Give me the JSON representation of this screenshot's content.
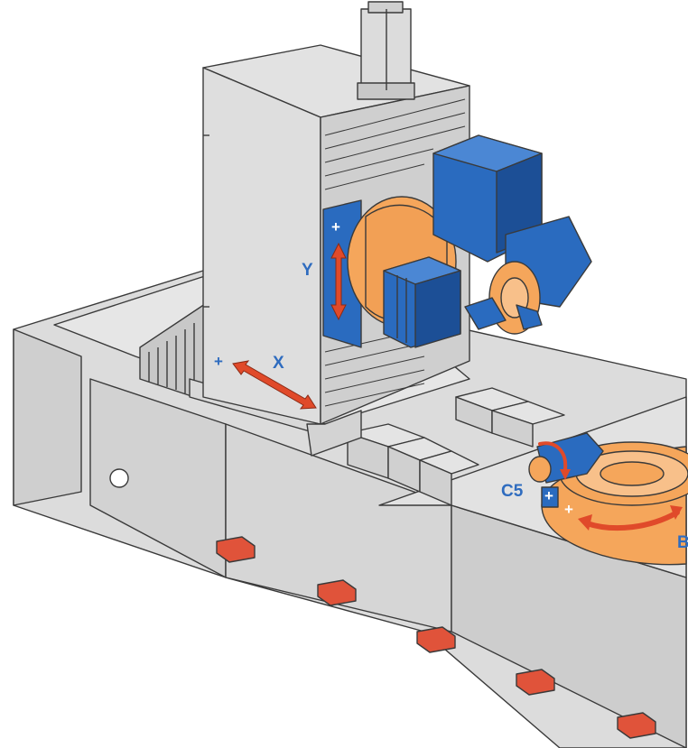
{
  "colors": {
    "frame": "#d9d9d9",
    "frame_dark": "#bcbcbc",
    "outline": "#3a3a3a",
    "blue": "#2a6bbf",
    "blue_dark": "#1c4f96",
    "orange": "#f5a65b",
    "orange_dark": "#d9863b",
    "arrow_red": "#e04a2a",
    "label_blue": "#2f6cbf",
    "feet_red": "#e0533a"
  },
  "labels": {
    "y_axis": "Y",
    "x_axis": "X",
    "c5_axis": "C5",
    "b_axis": "B",
    "plus": "+"
  },
  "icons": {
    "y_arrow": "double-arrow-vertical",
    "x_arrow": "double-arrow-diagonal",
    "b_arrow": "curved-double-arrow",
    "c5_arrow": "curved-arrow"
  }
}
